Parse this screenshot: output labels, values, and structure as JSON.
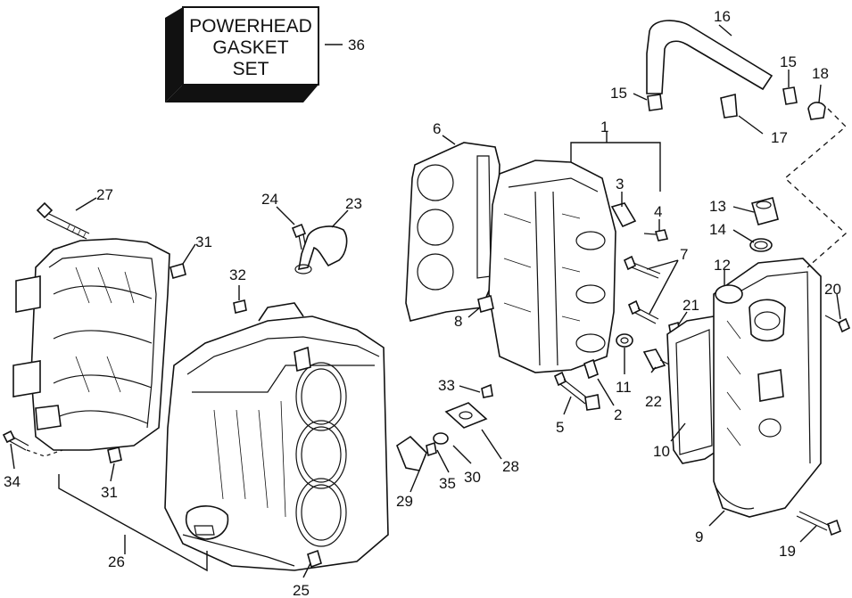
{
  "gasket_box": {
    "line1": "POWERHEAD",
    "line2": "GASKET",
    "line3": "SET"
  },
  "callouts": {
    "c1": "1",
    "c2": "2",
    "c3": "3",
    "c4": "4",
    "c5": "5",
    "c6": "6",
    "c7": "7",
    "c8": "8",
    "c9": "9",
    "c10": "10",
    "c11": "11",
    "c12": "12",
    "c13": "13",
    "c14": "14",
    "c15a": "15",
    "c15b": "15",
    "c16": "16",
    "c17": "17",
    "c18": "18",
    "c19": "19",
    "c20": "20",
    "c21": "21",
    "c22": "22",
    "c23": "23",
    "c24": "24",
    "c25": "25",
    "c26": "26",
    "c27": "27",
    "c28": "28",
    "c29": "29",
    "c30": "30",
    "c31a": "31",
    "c31b": "31",
    "c32": "32",
    "c33": "33",
    "c34": "34",
    "c35": "35",
    "c36": "36"
  }
}
